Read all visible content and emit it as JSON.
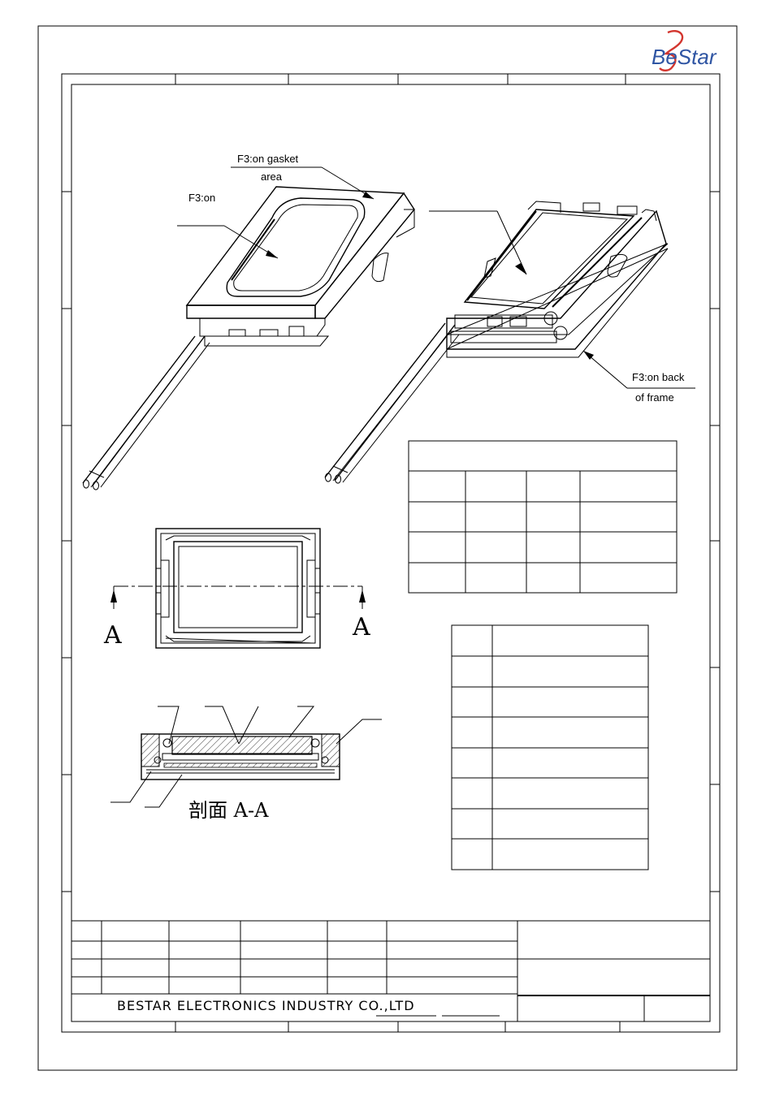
{
  "logo": {
    "text": "BeStar",
    "color": "#2f55a3",
    "accent": "#d3362f"
  },
  "callouts": {
    "f3_gasket_line1": "F3:on gasket",
    "f3_gasket_line2": "area",
    "f3_on": "F3:on",
    "f3_back_line1": "F3:on back",
    "f3_back_line2": "of  frame"
  },
  "section": {
    "marker_left": "A",
    "marker_right": "A",
    "caption": "剖面  A-A"
  },
  "title_block": {
    "company": "BESTAR ELECTRONICS INDUSTRY CO.,LTD"
  }
}
